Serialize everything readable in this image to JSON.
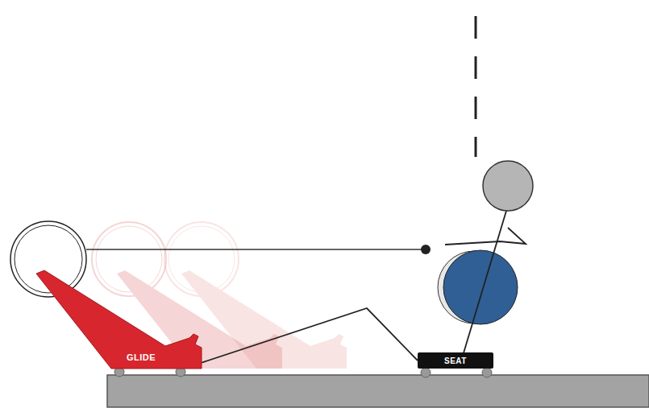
{
  "diagram": {
    "nodes": [
      {
        "text": [
          "GLIDE"
        ]
      },
      {
        "text": [
          "SEAT"
        ]
      }
    ],
    "edges": [
      {
        "from": 0,
        "to": 1,
        "arrow": "none"
      }
    ]
  }
}
